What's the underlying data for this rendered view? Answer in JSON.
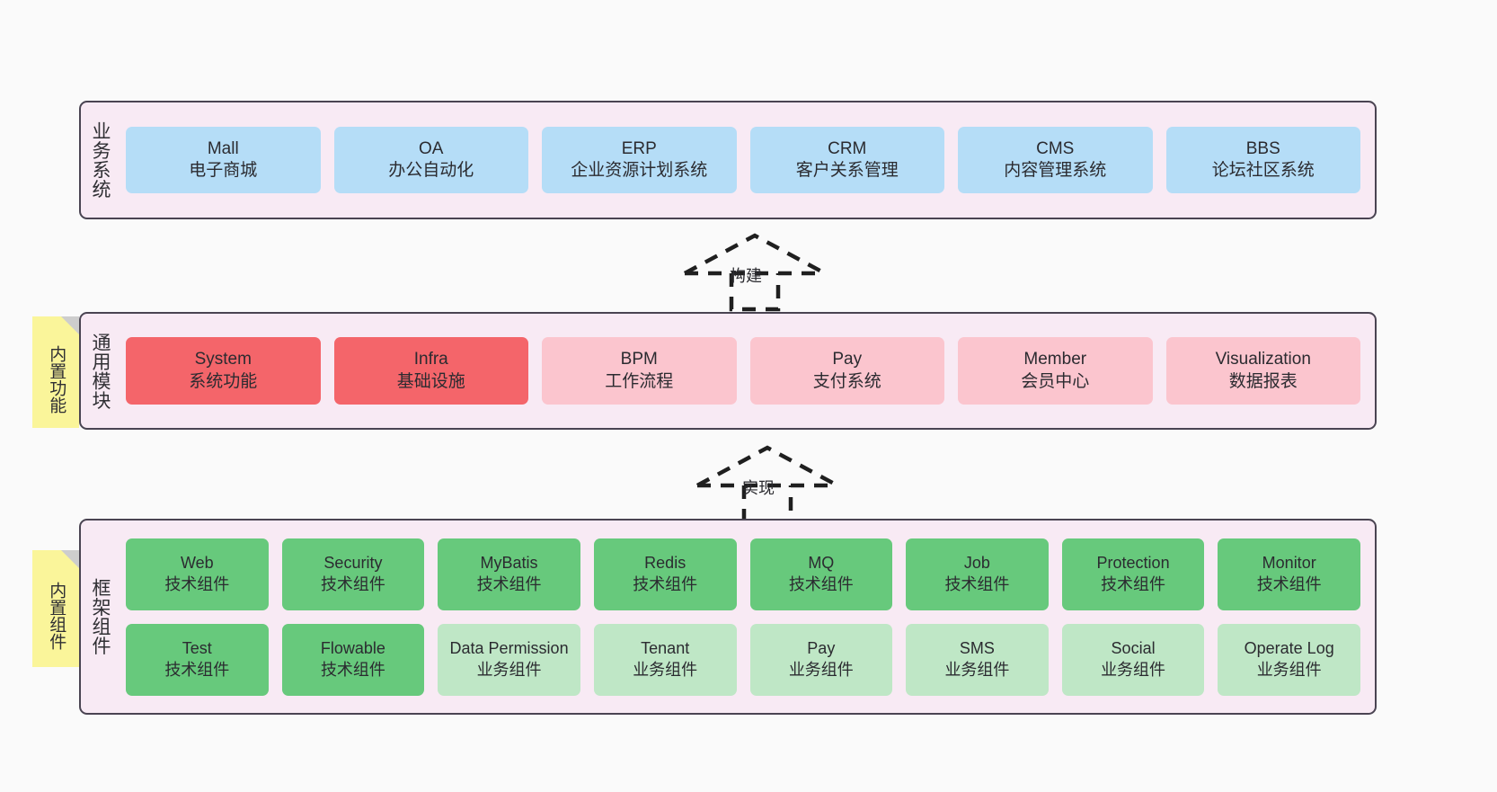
{
  "diagram": {
    "title": "ruoyi-vue-pro architecture layers",
    "colors": {
      "panel_bg": "#f8eaf4",
      "panel_border": "#4a4452",
      "blue": "#b5ddf7",
      "red": "#f4656a",
      "pink": "#fbc5ce",
      "green": "#67c97c",
      "light_green": "#bfe7c6",
      "sticky_yellow": "#faf59a",
      "sticky_fold": "#cdcdcd",
      "canvas_bg": "#fafafa"
    }
  },
  "layers": [
    {
      "id": "business",
      "title": "业务系统",
      "rows": [
        {
          "cards": [
            {
              "name": "Mall",
              "desc": "电子商城",
              "style": "blue"
            },
            {
              "name": "OA",
              "desc": "办公自动化",
              "style": "blue"
            },
            {
              "name": "ERP",
              "desc": "企业资源计划系统",
              "style": "blue"
            },
            {
              "name": "CRM",
              "desc": "客户关系管理",
              "style": "blue"
            },
            {
              "name": "CMS",
              "desc": "内容管理系统",
              "style": "blue"
            },
            {
              "name": "BBS",
              "desc": "论坛社区系统",
              "style": "blue"
            }
          ]
        }
      ]
    },
    {
      "id": "common",
      "title": "通用模块",
      "sticky": "内置功能",
      "rows": [
        {
          "cards": [
            {
              "name": "System",
              "desc": "系统功能",
              "style": "red"
            },
            {
              "name": "Infra",
              "desc": "基础设施",
              "style": "red"
            },
            {
              "name": "BPM",
              "desc": "工作流程",
              "style": "pink"
            },
            {
              "name": "Pay",
              "desc": "支付系统",
              "style": "pink"
            },
            {
              "name": "Member",
              "desc": "会员中心",
              "style": "pink"
            },
            {
              "name": "Visualization",
              "desc": "数据报表",
              "style": "pink"
            }
          ]
        }
      ]
    },
    {
      "id": "framework",
      "title": "框架组件",
      "sticky": "内置组件",
      "rows": [
        {
          "cards": [
            {
              "name": "Web",
              "desc": "技术组件",
              "style": "green"
            },
            {
              "name": "Security",
              "desc": "技术组件",
              "style": "green"
            },
            {
              "name": "MyBatis",
              "desc": "技术组件",
              "style": "green"
            },
            {
              "name": "Redis",
              "desc": "技术组件",
              "style": "green"
            },
            {
              "name": "MQ",
              "desc": "技术组件",
              "style": "green"
            },
            {
              "name": "Job",
              "desc": "技术组件",
              "style": "green"
            },
            {
              "name": "Protection",
              "desc": "技术组件",
              "style": "green"
            },
            {
              "name": "Monitor",
              "desc": "技术组件",
              "style": "green"
            }
          ]
        },
        {
          "cards": [
            {
              "name": "Test",
              "desc": "技术组件",
              "style": "green"
            },
            {
              "name": "Flowable",
              "desc": "技术组件",
              "style": "green"
            },
            {
              "name": "Data Permission",
              "desc": "业务组件",
              "style": "lightgreen"
            },
            {
              "name": "Tenant",
              "desc": "业务组件",
              "style": "lightgreen"
            },
            {
              "name": "Pay",
              "desc": "业务组件",
              "style": "lightgreen"
            },
            {
              "name": "SMS",
              "desc": "业务组件",
              "style": "lightgreen"
            },
            {
              "name": "Social",
              "desc": "业务组件",
              "style": "lightgreen"
            },
            {
              "name": "Operate Log",
              "desc": "业务组件",
              "style": "lightgreen"
            }
          ]
        }
      ]
    }
  ],
  "connectors": [
    {
      "id": "build",
      "label": "构建",
      "from": "common",
      "to": "business",
      "style": "dashed-generalization"
    },
    {
      "id": "impl",
      "label": "实现",
      "from": "framework",
      "to": "common",
      "style": "dashed-generalization"
    }
  ]
}
